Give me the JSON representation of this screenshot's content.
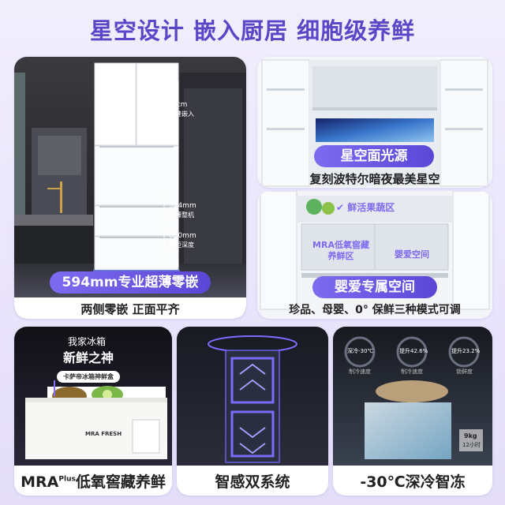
{
  "headline": "星空设计 嵌入厨居 细胞级养鲜",
  "card1": {
    "pill": "594mm专业超薄零嵌",
    "sub": "两侧零嵌 正面平齐",
    "dim_top": "0cm",
    "dim_top_note": "无缝嵌入",
    "dim_width": "594mm",
    "dim_width_note": "超薄整机",
    "dim_depth": "600mm",
    "dim_depth_note": "橱柜深度"
  },
  "card2": {
    "pill": "星空面光源",
    "sub": "复刻波特尔暗夜最美星空"
  },
  "card3": {
    "tag_top": "鲜活果蔬区",
    "tag_left": "MRA低氧窖藏养鲜区",
    "tag_right": "婴爱空间",
    "pill": "婴爱专属空间",
    "sub": "珍品、母婴、0° 保鲜三种模式可调"
  },
  "card4": {
    "calligraphy_1": "我家冰箱",
    "calligraphy_2": "新鲜之神",
    "banner": "卡萨帝冰箱神鲜盒",
    "drawer_label": "MRA FRESH",
    "title_main": "MRA",
    "title_sup": "Plus",
    "title_rest": "低氧窖藏养鲜"
  },
  "card5": {
    "title": "智感双系统"
  },
  "card6": {
    "g1_label": "深冷-30℃",
    "g1_note": "制冷速度",
    "g2_label": "提升42.6%",
    "g2_note": "制冷速度",
    "g3_label": "提升23.2%",
    "g3_note": "锁鲜度",
    "weight": "9kg",
    "weight_note": "12小时",
    "title": "-30℃深冷智冻"
  }
}
